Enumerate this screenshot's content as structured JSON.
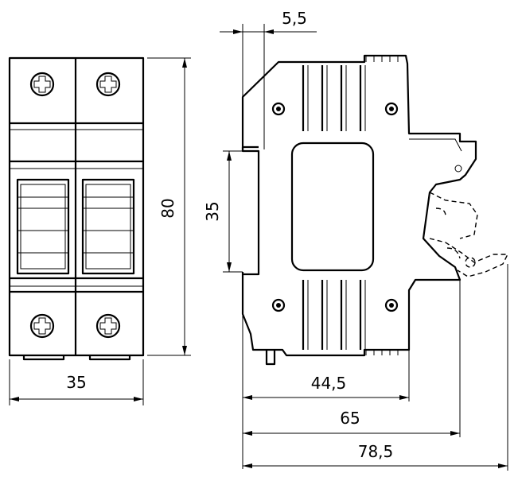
{
  "dimensions": {
    "width_front": "35",
    "height_front": "80",
    "rail_height": "35",
    "top_offset": "5,5",
    "depth_1": "44,5",
    "depth_2": "65",
    "depth_3": "78,5"
  }
}
